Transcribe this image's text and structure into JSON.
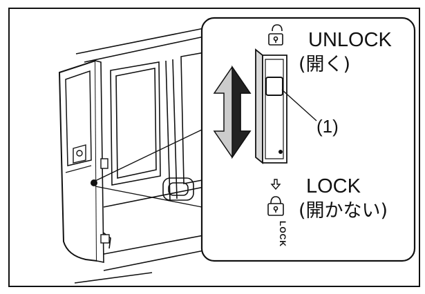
{
  "labels": {
    "unlock": "UNLOCK",
    "unlock_jp": "(開く)",
    "part_number": "(1)",
    "lock": "LOCK",
    "lock_jp": "(開かない)",
    "lock_vertical": "LOCK"
  },
  "colors": {
    "line": "#111111",
    "fill": "#ffffff",
    "shade": "#d9d9d9",
    "arrow_dark": "#222222",
    "arrow_light": "#cccccc"
  }
}
